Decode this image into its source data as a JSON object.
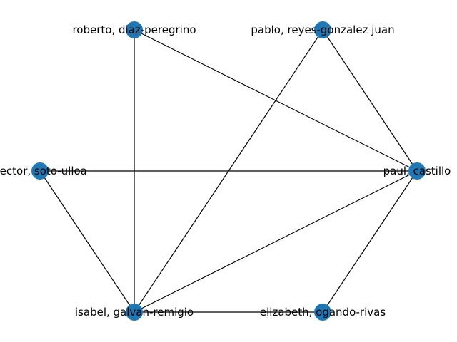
{
  "graph": {
    "node_color": "#1f77b4",
    "edge_color": "#000000",
    "nodes": [
      {
        "id": "roberto",
        "label": "roberto, diaz-peregrino"
      },
      {
        "id": "pablo",
        "label": "pablo, reyes-gonzalez juan"
      },
      {
        "id": "hector",
        "label": "hector, soto-ulloa"
      },
      {
        "id": "paul",
        "label": "paul, castillo"
      },
      {
        "id": "isabel",
        "label": "isabel, galvan-remigio"
      },
      {
        "id": "elizabeth",
        "label": "elizabeth, ogando-rivas"
      }
    ],
    "edges": [
      [
        "roberto",
        "isabel"
      ],
      [
        "roberto",
        "paul"
      ],
      [
        "pablo",
        "isabel"
      ],
      [
        "pablo",
        "paul"
      ],
      [
        "hector",
        "paul"
      ],
      [
        "hector",
        "isabel"
      ],
      [
        "paul",
        "isabel"
      ],
      [
        "paul",
        "elizabeth"
      ],
      [
        "isabel",
        "elizabeth"
      ]
    ]
  }
}
